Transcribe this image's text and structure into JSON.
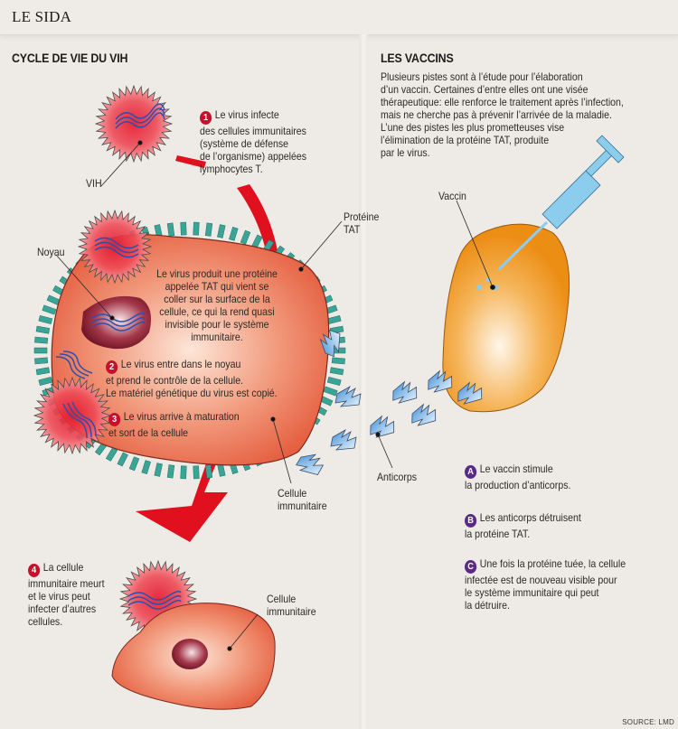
{
  "header": {
    "title": "LE SIDA"
  },
  "left": {
    "title": "CYCLE DE VIE DU VIH",
    "labels": {
      "vih": "VIH",
      "noyau": "Noyau",
      "proteine_tat": "Protéine\nTAT",
      "cellule_1": "Cellule\nimmunitaire",
      "cellule_2": "Cellule\nimmunitaire"
    },
    "tat_note": "Le virus produit une protéine\nappelée TAT qui vient se\ncoller sur la surface de la\ncellule, ce qui la rend quasi\ninvisible pour le système\nimmunitaire.",
    "steps": [
      {
        "num": "1",
        "first": "Le virus infecte",
        "rest": "des cellules immunitaires\n(système de défense\nde l’organisme) appelées\nlymphocytes T."
      },
      {
        "num": "2",
        "first": "Le virus entre dans le noyau",
        "rest": "et prend le contrôle de la cellule.\nLe matériel génétique du virus est copié."
      },
      {
        "num": "3",
        "first": "Le virus arrive à maturation",
        "rest": "et sort de la cellule"
      },
      {
        "num": "4",
        "first": "La cellule",
        "rest": "immunitaire meurt\net le virus peut\ninfecter d’autres\ncellules."
      }
    ]
  },
  "right": {
    "title": "LES VACCINS",
    "intro": "Plusieurs pistes sont à l’étude pour l’élaboration\nd’un vaccin. Certaines d’entre elles ont une visée\nthérapeutique: elle renforce le traitement après l’infection,\nmais ne cherche pas à prévenir l’arrivée de la maladie.\nL’une des pistes les plus prometteuses vise\nl’élimination de la protéine TAT, produite\npar le virus.",
    "labels": {
      "vaccin": "Vaccin",
      "anticorps": "Anticorps"
    },
    "steps": [
      {
        "num": "A",
        "first": "Le vaccin stimule",
        "rest": "la production d’anticorps."
      },
      {
        "num": "B",
        "first": "Les anticorps détruisent",
        "rest": "la protéine TAT."
      },
      {
        "num": "C",
        "first": "Une fois la protéine tuée, la cellule",
        "rest": "infectée est de nouveau visible pour\nle système immunitaire qui peut\nla détruire."
      }
    ]
  },
  "colors": {
    "step_badge": "#c8102e",
    "vaccine_badge": "#5b2a86",
    "cell": "#e8603e",
    "tat": "#3aa597",
    "arrow": "#e0101e",
    "vaccine_cell": "#ee8f1a",
    "antibody": "#8ec6ec"
  },
  "source": "SOURCE: LMD"
}
